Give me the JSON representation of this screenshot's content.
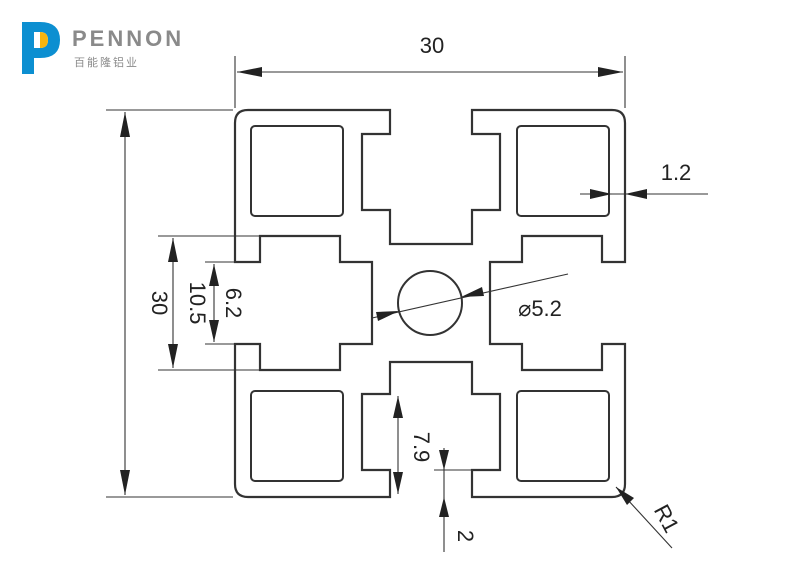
{
  "brand": {
    "name": "PENNON",
    "subtitle": "百能隆铝业",
    "colors": {
      "primary": "#0c8fd1",
      "accent": "#f6b40e",
      "text": "#8a8a8a"
    }
  },
  "dimensions": {
    "width": "30",
    "height": "30",
    "wall": "1.2",
    "slot_depth": "10.5",
    "slot_opening": "6.2",
    "center_hole": "⌀5.2",
    "slot_height": "7.9",
    "bottom_gap": "2",
    "corner_radius": "R1"
  }
}
